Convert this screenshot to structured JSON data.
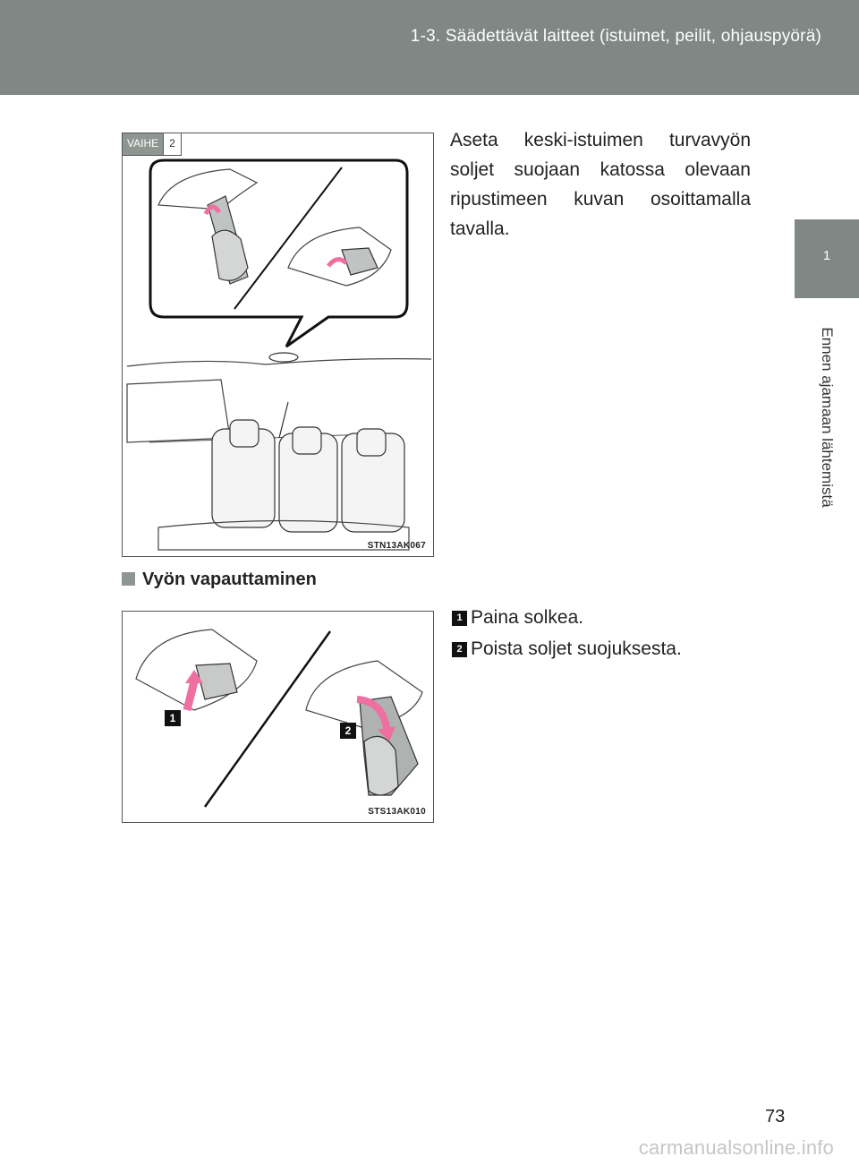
{
  "header": {
    "title": "1-3. Säädettävät laitteet (istuimet, peilit, ohjauspyörä)"
  },
  "side_tab": {
    "number": "1",
    "label": "Ennen ajamaan lähtemistä"
  },
  "step": {
    "word": "VAIHE",
    "number": "2"
  },
  "figure1": {
    "code": "STN13AK067"
  },
  "instruction": "Aseta keski-istuimen turvavyön soljet suojaan katossa olevaan ripustimeen kuvan osoittamalla tavalla.",
  "section": {
    "heading": "Vyön vapauttaminen"
  },
  "steps": [
    {
      "num": "1",
      "text": "Paina solkea."
    },
    {
      "num": "2",
      "text": "Poista soljet suojuksesta."
    }
  ],
  "figure2": {
    "code": "STS13AK010",
    "callouts": [
      "1",
      "2"
    ]
  },
  "page_number": "73",
  "watermark": "carmanualsonline.info",
  "colors": {
    "header": "#7f8884",
    "accent": "#ef6fa0",
    "badge": "#8e9692"
  }
}
